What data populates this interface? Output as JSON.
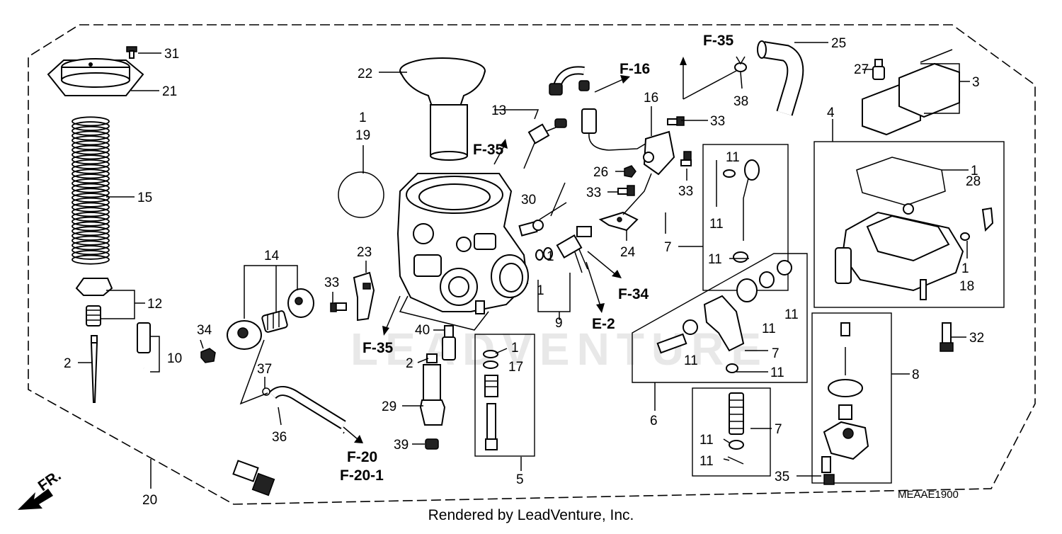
{
  "diagram": {
    "watermark": "LEADVENTURE",
    "code": "MEAAE1900",
    "footer": "Rendered by LeadVenture, Inc.",
    "front_indicator": "FR.",
    "refs": {
      "f35_top": "F-35",
      "f16": "F-16",
      "f35_body": "F-35",
      "f34": "F-34",
      "e2": "E-2",
      "f35_bottom": "F-35",
      "f20": "F-20",
      "f20_1": "F-20-1"
    },
    "callouts": {
      "c31": "31",
      "c21": "21",
      "c15": "15",
      "c12": "12",
      "c2_left": "2",
      "c10": "10",
      "c20": "20",
      "c22": "22",
      "c1_a": "1",
      "c19": "19",
      "c13": "13",
      "c14": "14",
      "c23": "23",
      "c33_a": "33",
      "c34": "34",
      "c37": "37",
      "c36": "36",
      "c40": "40",
      "c2_mid": "2",
      "c29": "29",
      "c39": "39",
      "c1_b": "1",
      "c17": "17",
      "c5": "5",
      "c30": "30",
      "c1_c": "1",
      "c1_d": "1",
      "c9": "9",
      "c16": "16",
      "c33_b": "33",
      "c26": "26",
      "c33_c": "33",
      "c33_d": "33",
      "c24": "24",
      "c38": "38",
      "c25": "25",
      "c27": "27",
      "c3": "3",
      "c4": "4",
      "c1_e": "1",
      "c28": "28",
      "c1_f": "1",
      "c18": "18",
      "c32": "32",
      "c8": "8",
      "c35": "35",
      "c11_a": "11",
      "c11_b": "11",
      "c11_c": "11",
      "c7_a": "7",
      "c11_d": "11",
      "c11_e": "11",
      "c11_f": "11",
      "c7_b": "7",
      "c11_g": "11",
      "c6": "6",
      "c11_h": "11",
      "c11_i": "11",
      "c7_c": "7"
    }
  }
}
